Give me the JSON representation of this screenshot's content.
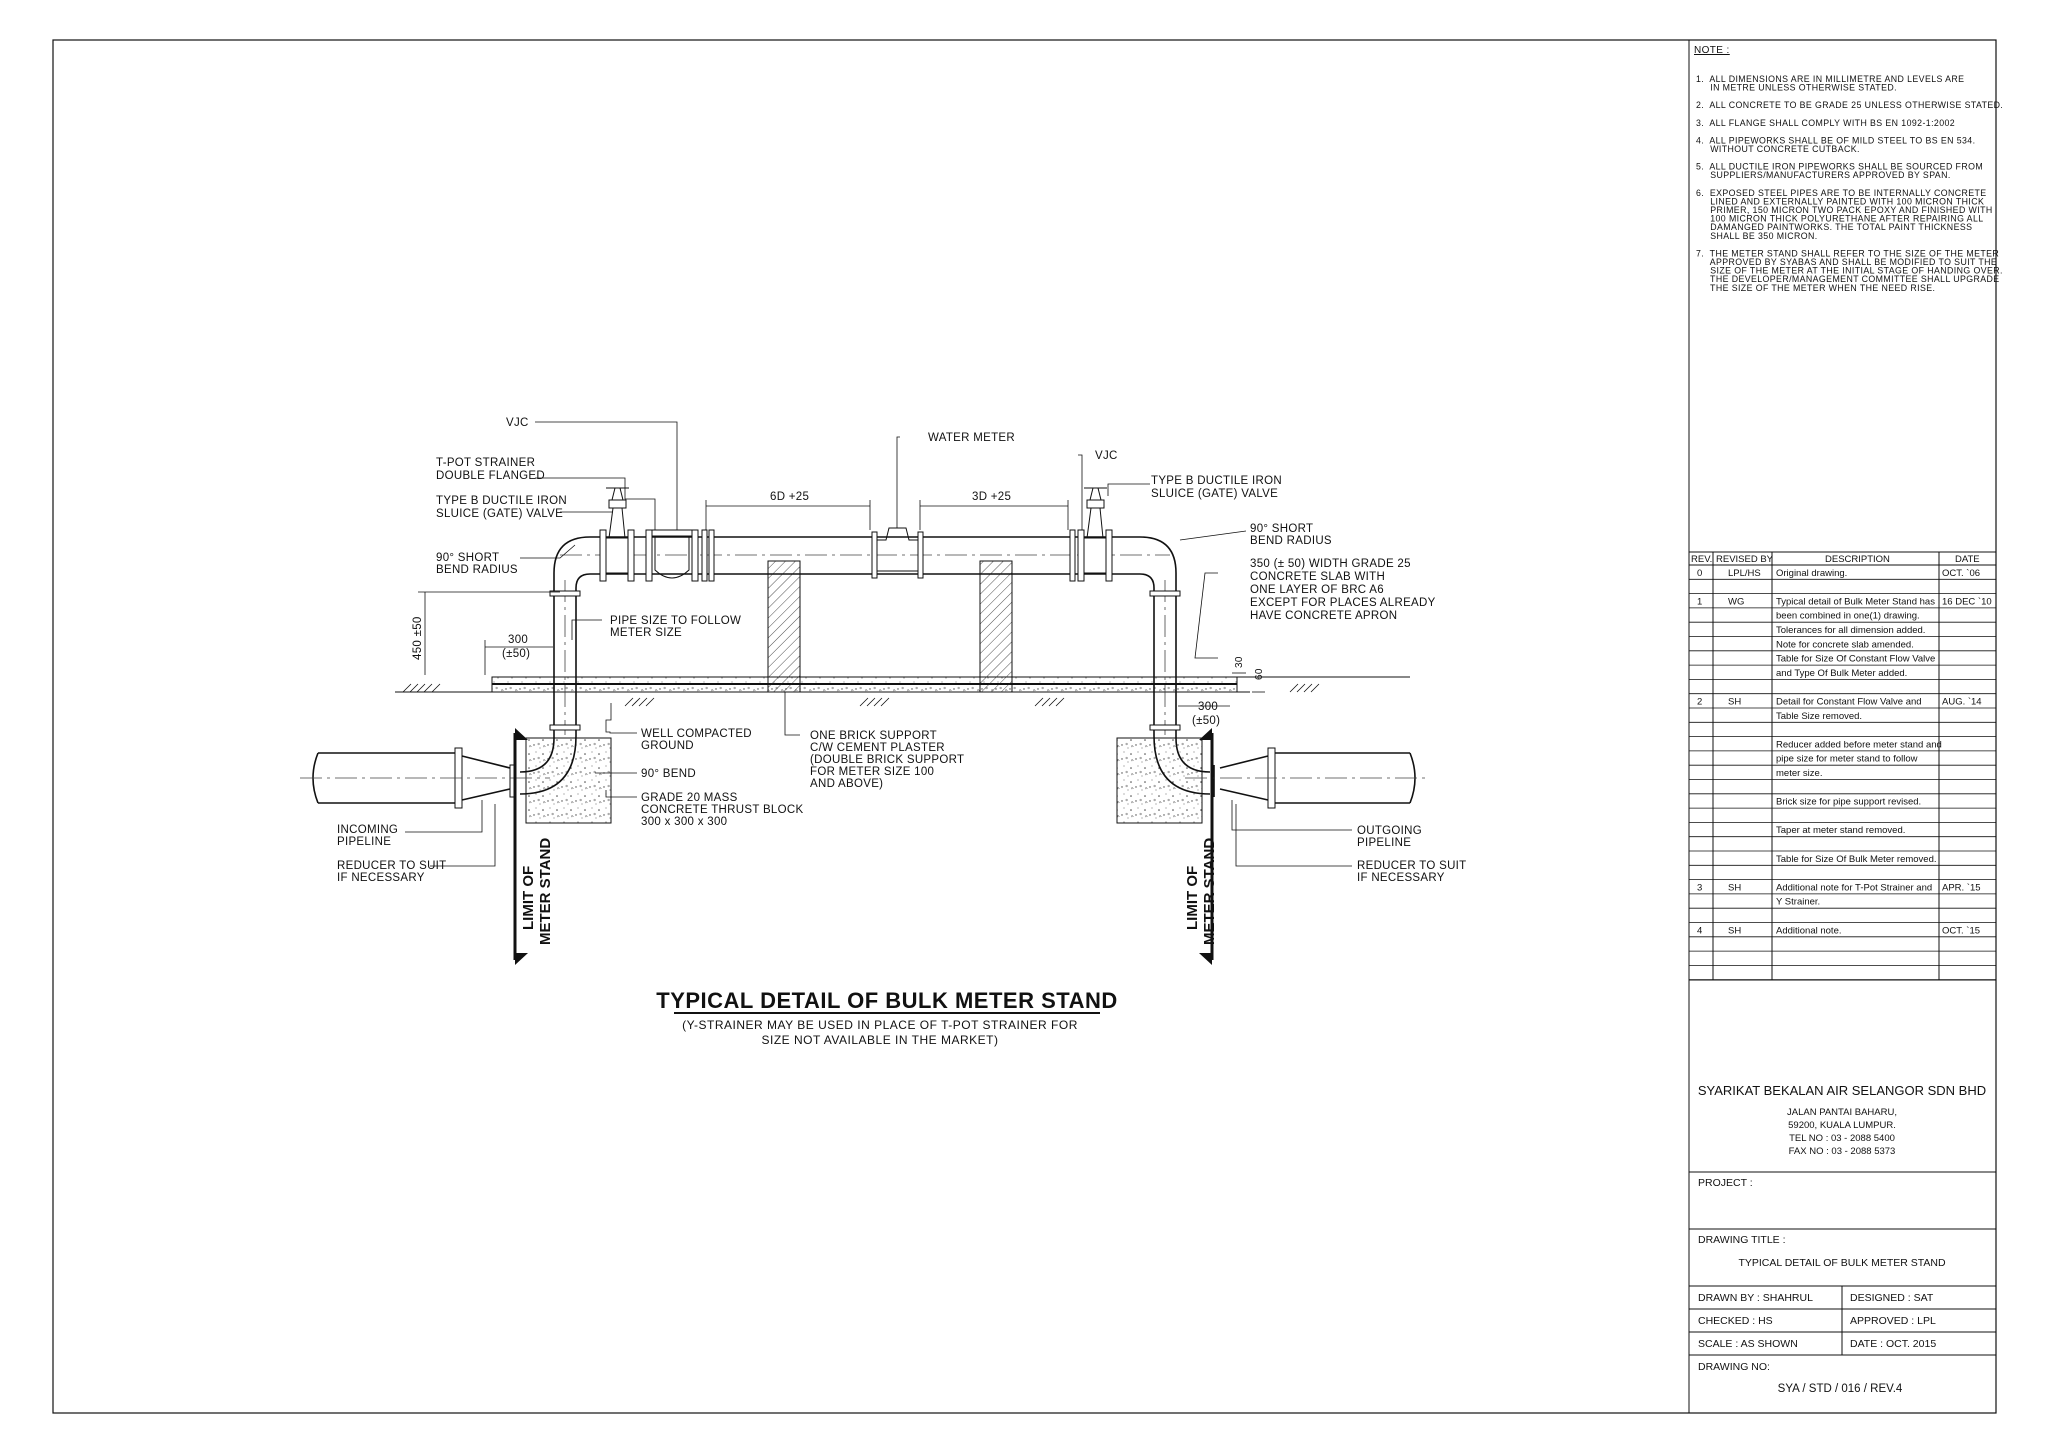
{
  "notes": {
    "heading": "NOTE :",
    "items": [
      [
        "1.  ALL DIMENSIONS ARE IN MILLIMETRE AND LEVELS ARE",
        "     IN METRE UNLESS OTHERWISE STATED."
      ],
      [
        "2.  ALL CONCRETE TO BE GRADE 25 UNLESS OTHERWISE STATED."
      ],
      [
        "3.  ALL FLANGE SHALL COMPLY WITH BS EN 1092-1:2002"
      ],
      [
        "4.  ALL PIPEWORKS SHALL BE OF MILD STEEL TO BS EN 534.",
        "     WITHOUT CONCRETE CUTBACK."
      ],
      [
        "5.  ALL DUCTILE IRON PIPEWORKS SHALL BE SOURCED FROM",
        "     SUPPLIERS/MANUFACTURERS APPROVED BY SPAN."
      ],
      [
        "6.  EXPOSED STEEL PIPES ARE TO BE INTERNALLY CONCRETE",
        "     LINED AND EXTERNALLY PAINTED WITH 100 MICRON THICK",
        "     PRIMER, 150 MICRON TWO PACK EPOXY AND FINISHED WITH",
        "     100 MICRON THICK POLYURETHANE AFTER REPAIRING ALL",
        "     DAMANGED PAINTWORKS. THE TOTAL PAINT THICKNESS",
        "     SHALL BE 350 MICRON."
      ],
      [
        "7.  THE METER STAND SHALL REFER TO THE SIZE OF THE METER",
        "     APPROVED BY SYABAS AND SHALL BE MODIFIED TO SUIT THE",
        "     SIZE OF THE METER AT THE INITIAL STAGE OF HANDING OVER.",
        "     THE DEVELOPER/MANAGEMENT COMMITTEE SHALL UPGRADE",
        "     THE SIZE OF THE METER WHEN THE NEED RISE."
      ]
    ]
  },
  "revisions": {
    "headers": [
      "REV.",
      "REVISED BY",
      "DESCRIPTION",
      "DATE"
    ],
    "rows": [
      [
        "0",
        "LPL/HS",
        "Original drawing.",
        "OCT. `06"
      ],
      [
        "",
        "",
        "",
        ""
      ],
      [
        "1",
        "WG",
        "Typical detail of Bulk Meter Stand has",
        "16 DEC `10"
      ],
      [
        "",
        "",
        "been combined in one(1) drawing.",
        ""
      ],
      [
        "",
        "",
        "Tolerances for all dimension added.",
        ""
      ],
      [
        "",
        "",
        "Note for concrete slab amended.",
        ""
      ],
      [
        "",
        "",
        "Table for Size Of Constant Flow Valve",
        ""
      ],
      [
        "",
        "",
        "and Type Of Bulk Meter added.",
        ""
      ],
      [
        "",
        "",
        "",
        ""
      ],
      [
        "2",
        "SH",
        "Detail for Constant Flow Valve and",
        "AUG. `14"
      ],
      [
        "",
        "",
        "Table Size removed.",
        ""
      ],
      [
        "",
        "",
        "",
        ""
      ],
      [
        "",
        "",
        "Reducer added before meter stand and",
        ""
      ],
      [
        "",
        "",
        "pipe size for meter stand to follow",
        ""
      ],
      [
        "",
        "",
        "meter size.",
        ""
      ],
      [
        "",
        "",
        "",
        ""
      ],
      [
        "",
        "",
        "Brick size for pipe support revised.",
        ""
      ],
      [
        "",
        "",
        "",
        ""
      ],
      [
        "",
        "",
        "Taper at meter stand removed.",
        ""
      ],
      [
        "",
        "",
        "",
        ""
      ],
      [
        "",
        "",
        "Table for Size Of Bulk Meter removed.",
        ""
      ],
      [
        "",
        "",
        "",
        ""
      ],
      [
        "3",
        "SH",
        "Additional note for T-Pot Strainer and",
        "APR. `15"
      ],
      [
        "",
        "",
        "Y Strainer.",
        ""
      ],
      [
        "",
        "",
        "",
        ""
      ],
      [
        "4",
        "SH",
        "Additional note.",
        "OCT. `15"
      ],
      [
        "",
        "",
        "",
        ""
      ],
      [
        "",
        "",
        "",
        ""
      ],
      [
        "",
        "",
        "",
        ""
      ]
    ]
  },
  "company": {
    "name": "SYARIKAT BEKALAN AIR SELANGOR SDN BHD",
    "address": [
      "JALAN PANTAI BAHARU,",
      "59200, KUALA LUMPUR.",
      "TEL NO : 03 - 2088 5400",
      "FAX NO : 03 - 2088 5373"
    ]
  },
  "project_label": "PROJECT :",
  "drawing_title_label": "DRAWING TITLE :",
  "drawing_title": "TYPICAL DETAIL OF BULK METER STAND",
  "drawn_by": "DRAWN BY : SHAHRUL",
  "designed": "DESIGNED : SAT",
  "checked": "CHECKED : HS",
  "approved": "APPROVED : LPL",
  "scale": "SCALE : AS SHOWN",
  "date": "DATE : OCT. 2015",
  "drawing_no_label": "DRAWING NO:",
  "drawing_no": "SYA / STD / 016 / REV.4",
  "diagram": {
    "title": "TYPICAL DETAIL OF BULK METER STAND",
    "subtitle": [
      "(Y-STRAINER MAY BE USED IN PLACE OF T-POT STRAINER FOR",
      "SIZE NOT AVAILABLE IN THE MARKET)"
    ],
    "labels": {
      "vjc_left": "VJC",
      "tpot": [
        "T-POT STRAINER",
        "DOUBLE FLANGED"
      ],
      "gate_valve_left": [
        "TYPE B DUCTILE IRON",
        "SLUICE (GATE) VALVE"
      ],
      "bend_left": [
        "90° SHORT",
        "BEND RADIUS"
      ],
      "water_meter": "WATER METER",
      "vjc_right": "VJC",
      "gate_valve_right": [
        "TYPE B DUCTILE IRON",
        "SLUICE (GATE) VALVE"
      ],
      "bend_right": [
        "90° SHORT",
        "BEND RADIUS"
      ],
      "slab": [
        "350 (± 50) WIDTH GRADE 25",
        "CONCRETE SLAB WITH",
        "ONE LAYER OF BRC A6",
        "EXCEPT FOR PLACES ALREADY",
        "HAVE CONCRETE APRON"
      ],
      "pipe_size": [
        "PIPE SIZE TO FOLLOW",
        "METER SIZE"
      ],
      "well_compacted": [
        "WELL COMPACTED",
        "GROUND"
      ],
      "bend_90": "90° BEND",
      "thrust_block": [
        "GRADE 20 MASS",
        "CONCRETE THRUST BLOCK",
        "300 x 300 x 300"
      ],
      "brick_support": [
        "ONE BRICK SUPPORT",
        "C/W CEMENT PLASTER",
        "(DOUBLE BRICK SUPPORT",
        "FOR METER SIZE 100",
        "AND ABOVE)"
      ],
      "incoming": [
        "INCOMING",
        "PIPELINE"
      ],
      "reducer_left": [
        "REDUCER TO SUIT",
        "IF NECESSARY"
      ],
      "outgoing": [
        "OUTGOING",
        "PIPELINE"
      ],
      "reducer_right": [
        "REDUCER TO SUIT",
        "IF NECESSARY"
      ],
      "limit": [
        "LIMIT OF",
        "METER STAND"
      ]
    },
    "dims": {
      "d6": "6D +25",
      "d3": "3D +25",
      "h450": "450 ±50",
      "w300_left": [
        "300",
        "(±50)"
      ],
      "w300_right": [
        "300",
        "(±50)"
      ],
      "d30": "30",
      "d60": "60"
    }
  }
}
